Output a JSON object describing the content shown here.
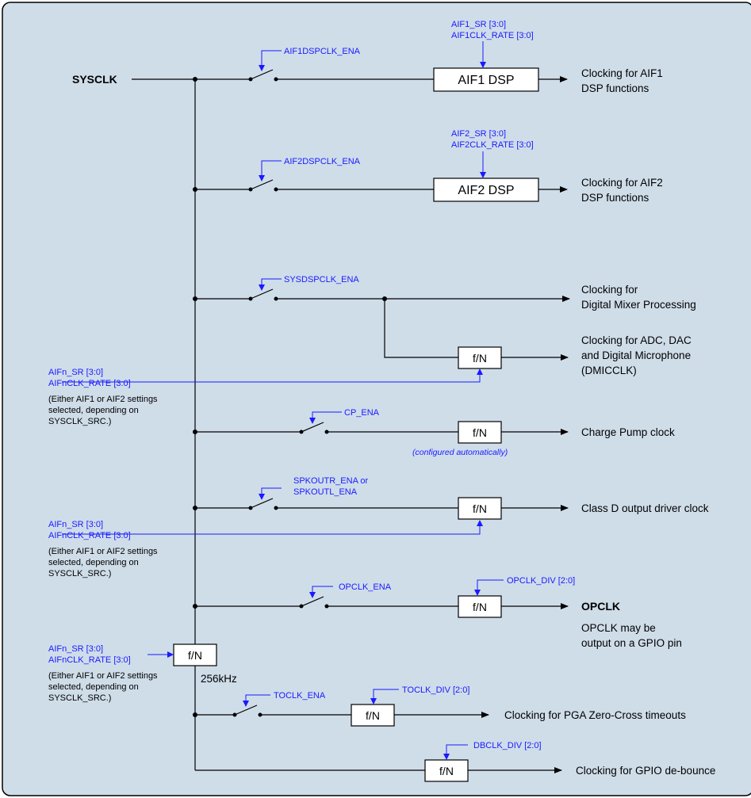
{
  "sysclk_label": "SYSCLK",
  "branches": {
    "aif1": {
      "switch_label": "AIF1DSPCLK_ENA",
      "box_label": "AIF1 DSP",
      "ctl_line1": "AIF1_SR [3:0]",
      "ctl_line2": "AIF1CLK_RATE [3:0]",
      "out_line1": "Clocking for AIF1",
      "out_line2": "DSP functions"
    },
    "aif2": {
      "switch_label": "AIF2DSPCLK_ENA",
      "box_label": "AIF2 DSP",
      "ctl_line1": "AIF2_SR [3:0]",
      "ctl_line2": "AIF2CLK_RATE [3:0]",
      "out_line1": "Clocking for AIF2",
      "out_line2": "DSP functions"
    },
    "sysdsp": {
      "switch_label": "SYSDSPCLK_ENA",
      "out_line1": "Clocking for",
      "out_line2": "Digital Mixer Processing"
    },
    "adc": {
      "box_label": "f/N",
      "out_line1": "Clocking for ADC, DAC",
      "out_line2": "and Digital Microphone",
      "out_line3": "(DMICCLK)"
    },
    "cp": {
      "switch_label": "CP_ENA",
      "box_label": "f/N",
      "note": "(configured automatically)",
      "out_line1": "Charge Pump clock"
    },
    "classd": {
      "switch_line1": "SPKOUTR_ENA or",
      "switch_line2": "SPKOUTL_ENA",
      "box_label": "f/N",
      "out_line1": "Class D output driver clock"
    },
    "opclk": {
      "switch_label": "OPCLK_ENA",
      "box_label": "f/N",
      "div_label": "OPCLK_DIV [2:0]",
      "out_title": "OPCLK",
      "out_line1": "OPCLK may be",
      "out_line2": "output on a GPIO pin"
    },
    "toclk": {
      "switch_label": "TOCLK_ENA",
      "box_label": "f/N",
      "div_label": "TOCLK_DIV [2:0]",
      "out_line1": "Clocking for PGA Zero-Cross timeouts"
    },
    "dbclk": {
      "box_label": "f/N",
      "div_label": "DBCLK_DIV [2:0]",
      "out_line1": "Clocking for GPIO de-bounce"
    }
  },
  "prescaler": {
    "box_label": "f/N",
    "freq_label": "256kHz"
  },
  "aifn_controls": [
    {
      "line1": "AIFn_SR [3:0]",
      "line2": "AIFnCLK_RATE [3:0]",
      "note1": "(Either AIF1 or AIF2 settings",
      "note2": "selected, depending on",
      "note3": "SYSCLK_SRC.)"
    },
    {
      "line1": "AIFn_SR [3:0]",
      "line2": "AIFnCLK_RATE [3:0]",
      "note1": "(Either AIF1 or AIF2 settings",
      "note2": "selected, depending on",
      "note3": "SYSCLK_SRC.)"
    },
    {
      "line1": "AIFn_SR [3:0]",
      "line2": "AIFnCLK_RATE [3:0]",
      "note1": "(Either AIF1 or AIF2 settings",
      "note2": "selected, depending on",
      "note3": "SYSCLK_SRC.)"
    }
  ],
  "colors": {
    "background": "#cfdde9",
    "control": "#1a1aff",
    "line": "#000000"
  }
}
